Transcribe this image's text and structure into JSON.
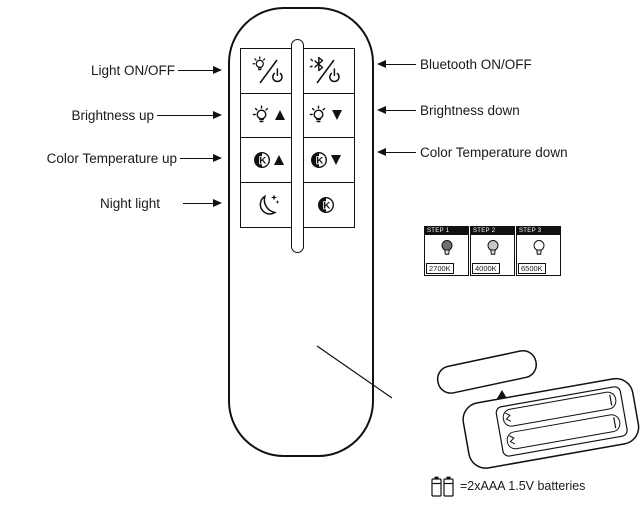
{
  "labels": {
    "left": [
      {
        "text": "Light  ON/OFF"
      },
      {
        "text": "Brightness up"
      },
      {
        "text": "Color Temperature up"
      },
      {
        "text": "Night light"
      }
    ],
    "right": [
      {
        "text": "Bluetooth  ON/OFF"
      },
      {
        "text": "Brightness down"
      },
      {
        "text": "Color Temperature down"
      }
    ]
  },
  "icons": {
    "k": "K"
  },
  "steps": [
    {
      "title": "STEP 1",
      "value": "2700K",
      "bulb_shade": "#6e6e6e"
    },
    {
      "title": "STEP 2",
      "value": "4000K",
      "bulb_shade": "#c6c6c6"
    },
    {
      "title": "STEP 3",
      "value": "6500K",
      "bulb_shade": "#ffffff"
    }
  ],
  "battery": {
    "note": "=2xAAA 1.5V batteries"
  }
}
